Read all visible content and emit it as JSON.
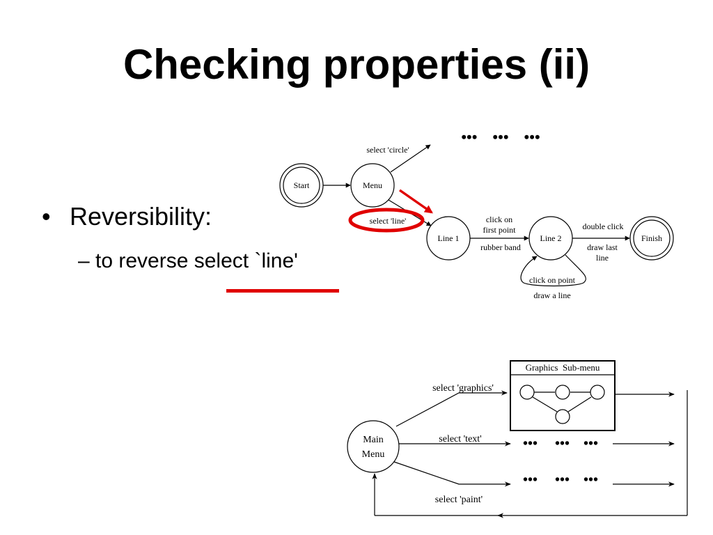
{
  "slide": {
    "title": "Checking properties (ii)",
    "bullet": "•",
    "point": "Reversibility:",
    "subpoint": "– to reverse select `line'",
    "accent_color": "#e00000"
  },
  "diagram_top": {
    "nodes": {
      "start": "Start",
      "menu": "Menu",
      "line1": "Line 1",
      "line2": "Line 2",
      "finish": "Finish"
    },
    "edges": {
      "select_circle": "select 'circle'",
      "select_line": "select 'line'",
      "click_on_1": "click on",
      "first_point": "first point",
      "rubber_band": "rubber band",
      "double_click": "double click",
      "draw_last": "draw last",
      "line_word": "line",
      "click_on_point": "click on point",
      "draw_a_line": "draw a line"
    },
    "ellipsis": "•••    •••    •••"
  },
  "diagram_bottom": {
    "main_menu_1": "Main",
    "main_menu_2": "Menu",
    "submenu_title": "Graphics  Sub-menu",
    "select_graphics": "select 'graphics'",
    "select_text": "select 'text'",
    "select_paint": "select 'paint'",
    "ellipsis": "•••     •••    •••"
  }
}
